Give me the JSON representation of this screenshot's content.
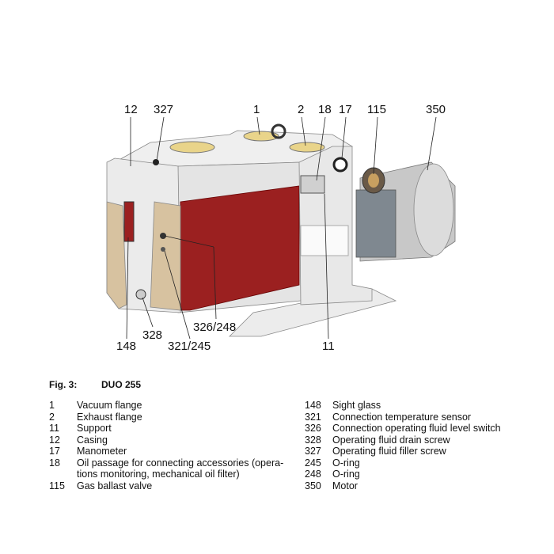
{
  "figure": {
    "callouts": {
      "c12": "12",
      "c327": "327",
      "c1": "1",
      "c2": "2",
      "c18": "18",
      "c17": "17",
      "c115": "115",
      "c350": "350",
      "c148": "148",
      "c328": "328",
      "c321_245": "321/245",
      "c326_248": "326/248",
      "c11": "11"
    },
    "colors": {
      "casing": "#e6e6e6",
      "red_panel": "#9b2020",
      "motor": "#d3d3d3",
      "flange": "#e9d48a",
      "fins": "#d7c2a0"
    }
  },
  "caption": {
    "number": "Fig. 3:",
    "title": "DUO 255"
  },
  "legend_left": [
    {
      "key": "1",
      "text": "Vacuum flange"
    },
    {
      "key": "2",
      "text": "Exhaust flange"
    },
    {
      "key": "11",
      "text": "Support"
    },
    {
      "key": "12",
      "text": "Casing"
    },
    {
      "key": "17",
      "text": "Manometer"
    },
    {
      "key": "18",
      "text": "Oil passage for connecting accessories (opera-tions monitoring, mechanical oil filter)"
    },
    {
      "key": "115",
      "text": "Gas ballast valve"
    }
  ],
  "legend_right": [
    {
      "key": "148",
      "text": "Sight glass"
    },
    {
      "key": "321",
      "text": "Connection temperature sensor"
    },
    {
      "key": "326",
      "text": "Connection operating fluid level switch"
    },
    {
      "key": "328",
      "text": "Operating fluid drain screw"
    },
    {
      "key": "327",
      "text": "Operating fluid filler screw"
    },
    {
      "key": "245",
      "text": "O-ring"
    },
    {
      "key": "248",
      "text": "O-ring"
    },
    {
      "key": "350",
      "text": "Motor"
    }
  ]
}
